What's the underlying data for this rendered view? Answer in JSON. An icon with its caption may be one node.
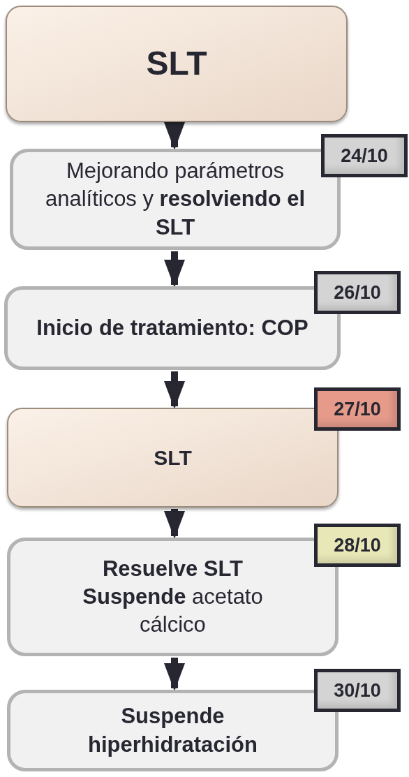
{
  "diagram": {
    "nodes": [
      {
        "text": [
          "SLT"
        ]
      },
      {
        "text": [
          "Mejorando parámetros analíticos y **resolviendo el SLT**"
        ],
        "beside": [
          "24/10"
        ]
      },
      {
        "text": [
          "Inicio de tratamiento: COP"
        ],
        "beside": [
          "26/10"
        ]
      },
      {
        "text": [
          "SLT"
        ],
        "beside": [
          "27/10"
        ]
      },
      {
        "text": [
          "**Resuelve SLT Suspende** acetato cálcico"
        ],
        "beside": [
          "28/10"
        ]
      },
      {
        "text": [
          "Suspende hiperhidratación"
        ],
        "beside": [
          "30/10"
        ]
      }
    ],
    "edges": [
      {
        "from": 0,
        "to": 1,
        "arrow": "to"
      },
      {
        "from": 1,
        "to": 2,
        "arrow": "to"
      },
      {
        "from": 2,
        "to": 3,
        "arrow": "to"
      },
      {
        "from": 3,
        "to": 4,
        "arrow": "to"
      },
      {
        "from": 4,
        "to": 5,
        "arrow": "to"
      }
    ]
  }
}
